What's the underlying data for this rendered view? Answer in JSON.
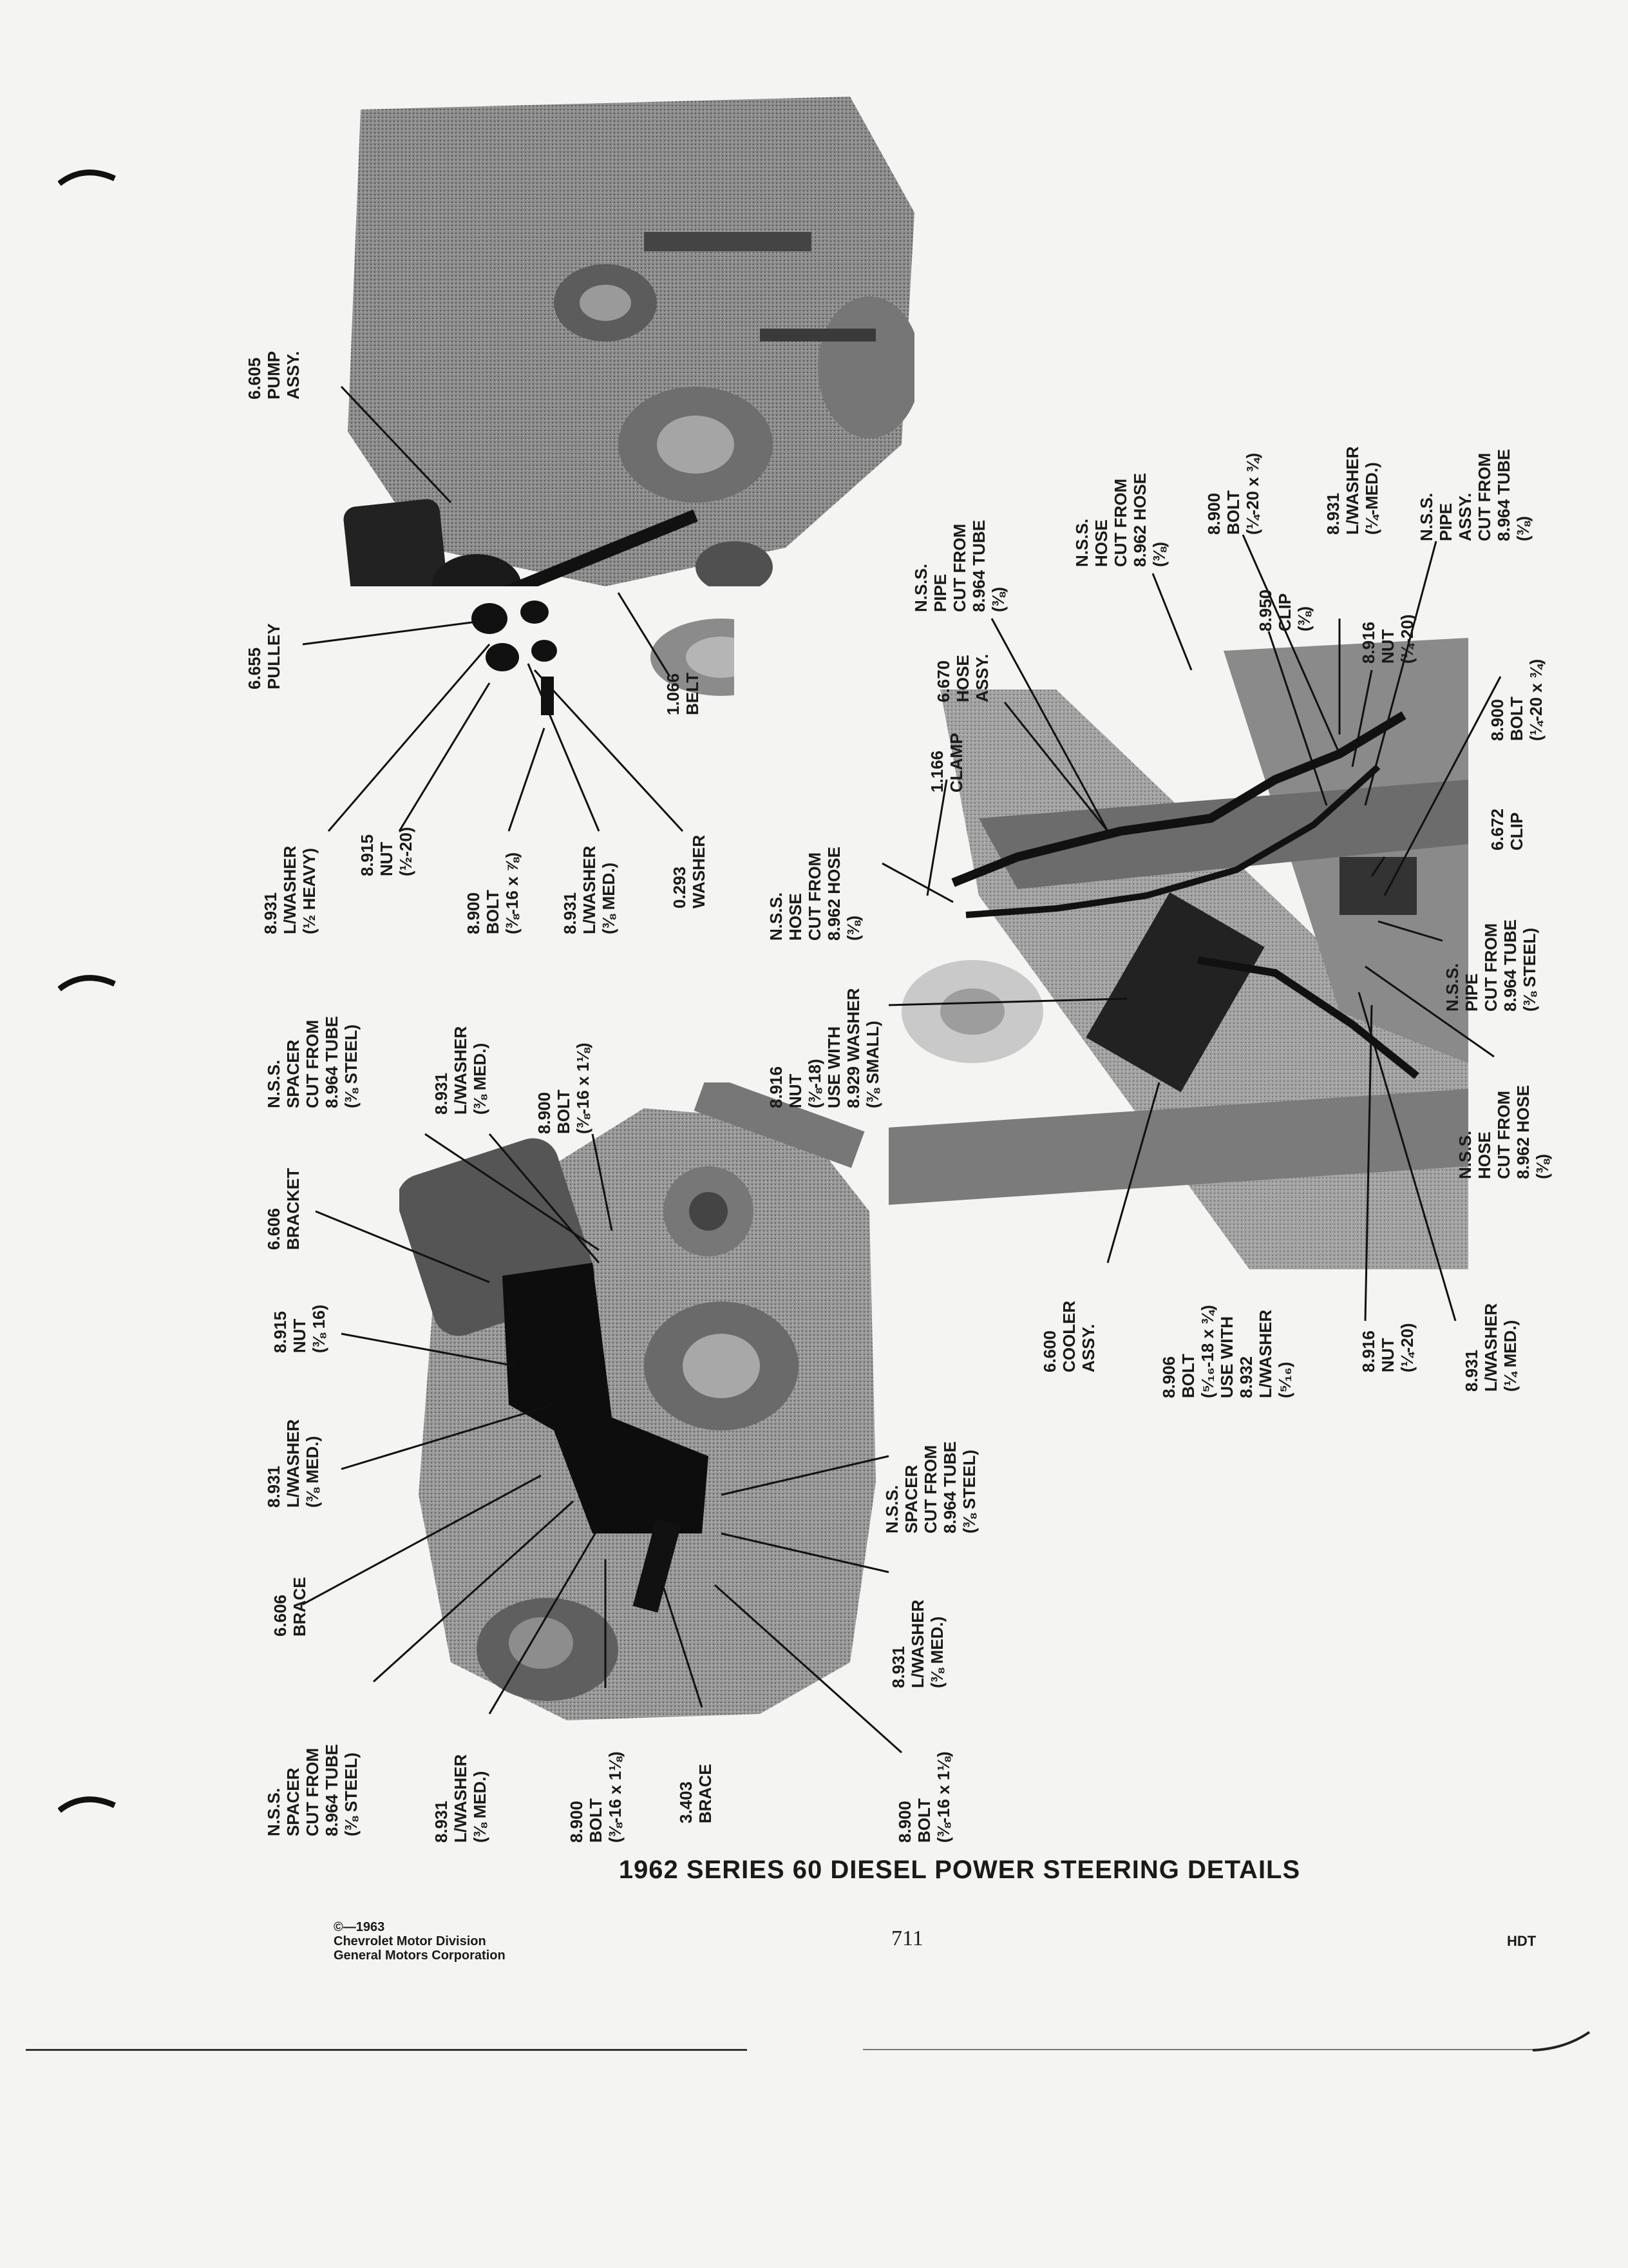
{
  "document": {
    "title": "1962 SERIES 60 DIESEL POWER STEERING DETAILS",
    "copyright": [
      "©—1963",
      "Chevrolet Motor Division",
      "General Motors Corporation"
    ],
    "page_number": "711",
    "code": "HDT"
  },
  "upper_view": {
    "labels": {
      "pump": [
        "6.605",
        "PUMP",
        "ASSY."
      ],
      "pulley": [
        "6.655",
        "PULLEY"
      ],
      "belt": [
        "1.066",
        "BELT"
      ],
      "lwasher_heavy": [
        "8.931",
        "L/WASHER",
        "(½ HEAVY)"
      ],
      "nut": [
        "8.915",
        "NUT",
        "(½-20)"
      ],
      "bolt": [
        "8.900",
        "BOLT",
        "(⅜-16 x ⅞)"
      ],
      "lwasher_med": [
        "8.931",
        "L/WASHER",
        "(⅜ MED.)"
      ],
      "washer": [
        "0.293",
        "WASHER"
      ]
    }
  },
  "lower_left_view": {
    "labels": {
      "spacer_top": [
        "N.S.S.",
        "SPACER",
        "CUT FROM",
        "8.964 TUBE",
        "(⅜ STEEL)"
      ],
      "lwasher_top": [
        "8.931",
        "L/WASHER",
        "(⅜ MED.)"
      ],
      "bolt_top": [
        "8.900",
        "BOLT",
        "(⅜-16 x 1⅛)"
      ],
      "bracket": [
        "6.606",
        "BRACKET"
      ],
      "nut": [
        "8.915",
        "NUT",
        "(⅜ 16)"
      ],
      "lwasher_mid": [
        "8.931",
        "L/WASHER",
        "(⅜ MED.)"
      ],
      "brace": [
        "6.606",
        "BRACE"
      ],
      "spacer_bottom": [
        "N.S.S.",
        "SPACER",
        "CUT FROM",
        "8.964 TUBE",
        "(⅜ STEEL)"
      ],
      "lwasher_bottom": [
        "8.931",
        "L/WASHER",
        "(⅜ MED.)"
      ],
      "bolt_bottom": [
        "8.900",
        "BOLT",
        "(⅜-16 x 1⅛)"
      ],
      "brace_3403": [
        "3.403",
        "BRACE"
      ],
      "spacer_right": [
        "N.S.S.",
        "SPACER",
        "CUT FROM",
        "8.964 TUBE",
        "(⅜ STEEL)"
      ],
      "lwasher_right": [
        "8.931",
        "L/WASHER",
        "(⅜ MED.)"
      ],
      "bolt_right": [
        "8.900",
        "BOLT",
        "(⅜-16 x 1⅛)"
      ]
    }
  },
  "right_view": {
    "labels": {
      "hose_left": [
        "N.S.S.",
        "HOSE",
        "CUT FROM",
        "8.962 HOSE",
        "(⅜)"
      ],
      "nut_left": [
        "8.916",
        "NUT",
        "(⅜-18)",
        "USE WITH",
        "8.929 WASHER",
        "(⅜ SMALL)"
      ],
      "clamp": [
        "1.166",
        "CLAMP"
      ],
      "hose_assy": [
        "6.670",
        "HOSE",
        "ASSY."
      ],
      "pipe_top": [
        "N.S.S.",
        "PIPE",
        "CUT FROM",
        "8.964 TUBE",
        "(⅜)"
      ],
      "hose_top": [
        "N.S.S.",
        "HOSE",
        "CUT FROM",
        "8.962 HOSE",
        "(⅜)"
      ],
      "bolt_top": [
        "8.900",
        "BOLT",
        "(¼-20 x ¾)"
      ],
      "clip_top": [
        "8.950",
        "CLIP",
        "(⅜)"
      ],
      "lwasher_top": [
        "8.931",
        "L/WASHER",
        "(¼-MED.)"
      ],
      "nut_top": [
        "8.916",
        "NUT",
        "(¼-20)"
      ],
      "pipe_assy": [
        "N.S.S.",
        "PIPE",
        "ASSY.",
        "CUT FROM",
        "8.964 TUBE",
        "(⅜)"
      ],
      "bolt_mid": [
        "8.900",
        "BOLT",
        "(¼-20 x ¾)"
      ],
      "clip_mid": [
        "6.672",
        "CLIP"
      ],
      "pipe_mid": [
        "N.S.S.",
        "PIPE",
        "CUT FROM",
        "8.964 TUBE",
        "(⅜ STEEL)"
      ],
      "hose_bottom": [
        "N.S.S.",
        "HOSE",
        "CUT FROM",
        "8.962 HOSE",
        "(⅜)"
      ],
      "cooler": [
        "6.600",
        "COOLER",
        "ASSY."
      ],
      "bolt_bottom": [
        "8.906",
        "BOLT",
        "(⁵⁄₁₆-18 x ¾)",
        "USE WITH",
        "8.932",
        "L/WASHER",
        "(⁵⁄₁₆)"
      ],
      "nut_bottom": [
        "8.916",
        "NUT",
        "(¼-20)"
      ],
      "lwasher_bottom": [
        "8.931",
        "L/WASHER",
        "(¼ MED.)"
      ]
    }
  }
}
